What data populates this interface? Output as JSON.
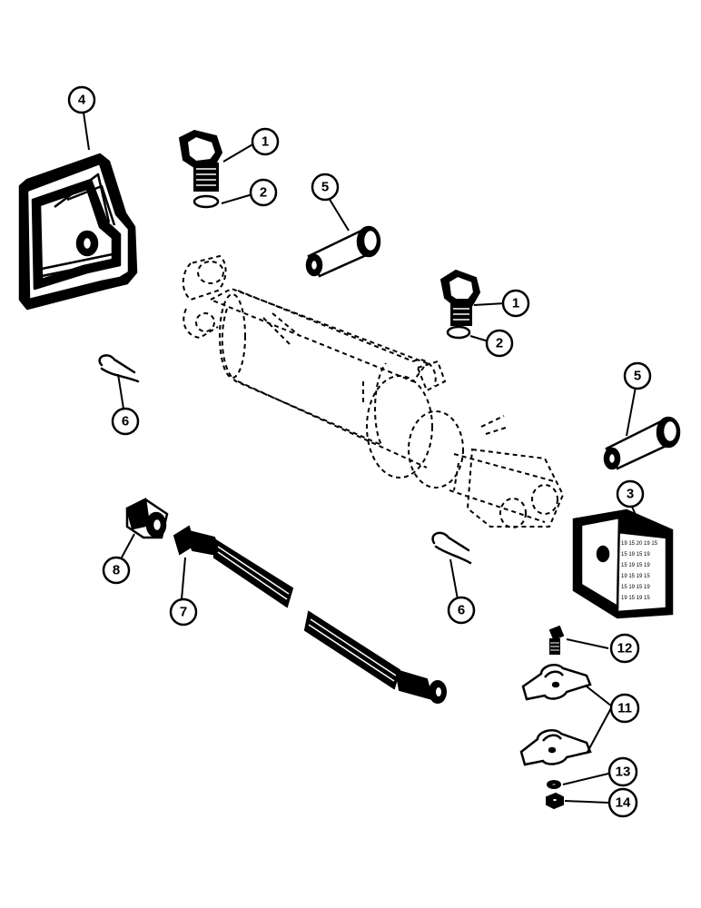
{
  "callouts": {
    "c1a": "1",
    "c1b": "1",
    "c2a": "2",
    "c2b": "2",
    "c3": "3",
    "c4": "4",
    "c5a": "5",
    "c5b": "5",
    "c6a": "6",
    "c6b": "6",
    "c7": "7",
    "c8": "8",
    "c11": "11",
    "c12": "12",
    "c13": "13",
    "c14": "14"
  },
  "plate_stamp": [
    "19 15 20 19 15",
    "15 19 15 19",
    "15 19 15 19",
    "19 15 19 15",
    "15 19 15 19",
    "19 15 19 15"
  ],
  "colors": {
    "ink": "#000000",
    "paper": "#ffffff"
  }
}
